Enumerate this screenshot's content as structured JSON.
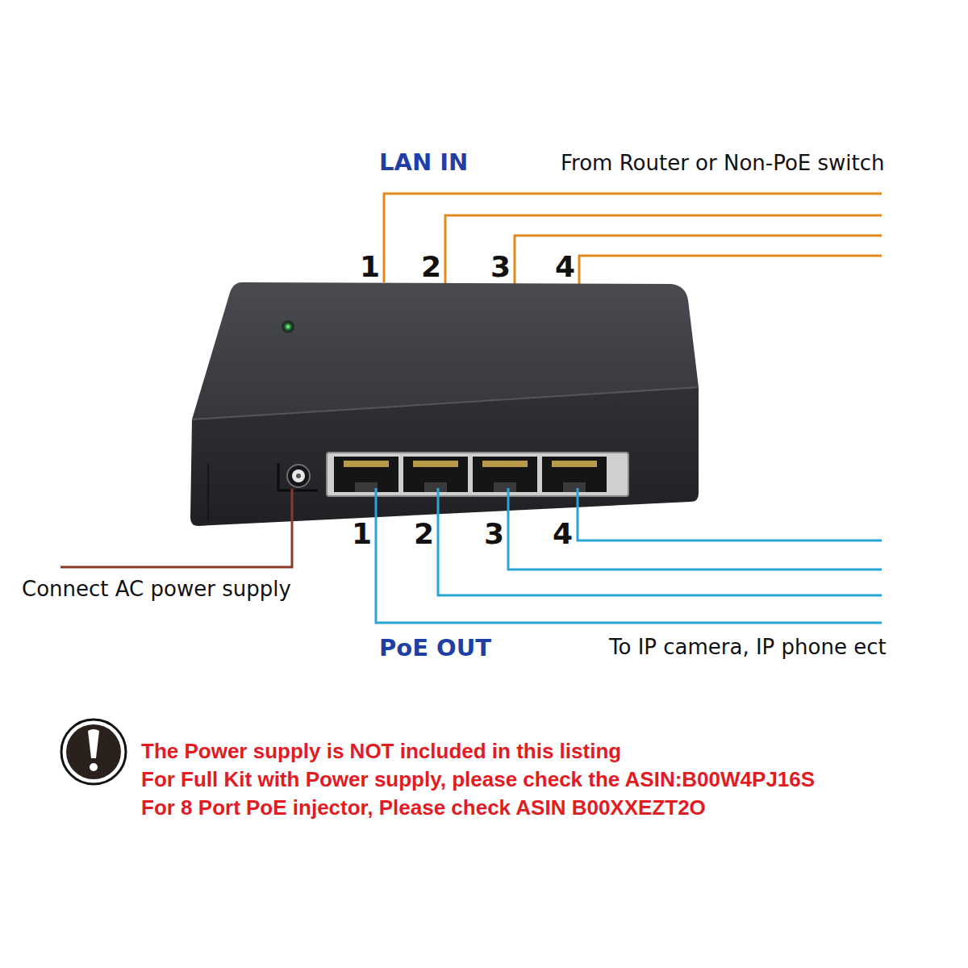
{
  "diagram": {
    "labels": [
      "LAN IN",
      "From Router or Non-PoE switch",
      "1",
      "2",
      "3",
      "4",
      "1",
      "2",
      "3",
      "4",
      "Connect AC power supply",
      "PoE OUT",
      "To IP camera, IP phone ect",
      "The Power supply is NOT included in this listing",
      "For Full Kit with Power supply, please check the ASIN:B00W4PJ16S",
      "For 8 Port PoE injector, Please check ASIN B00XXEZT2O"
    ]
  }
}
